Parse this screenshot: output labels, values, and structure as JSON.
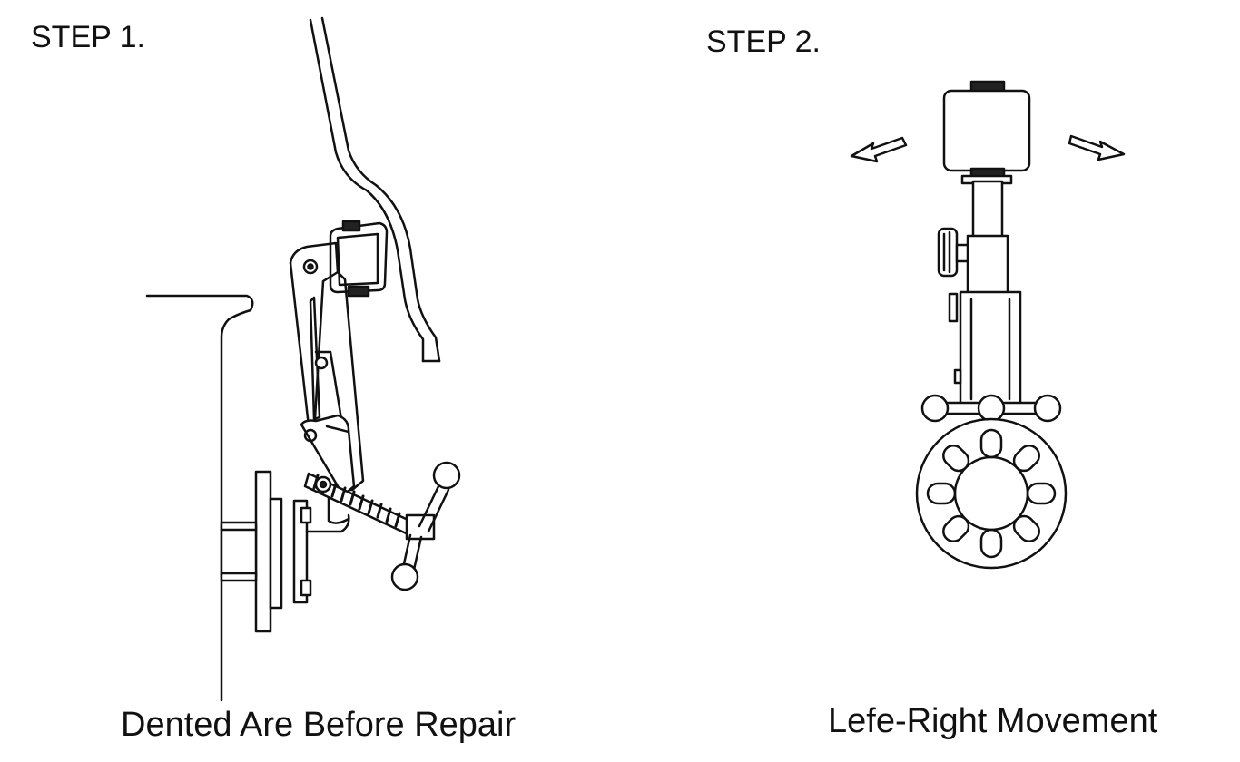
{
  "diagram": {
    "step1": {
      "label": "STEP 1.",
      "caption": "Dented Are Before Repair"
    },
    "step2": {
      "label": "STEP 2.",
      "caption": "Lefe-Right Movement"
    },
    "colors": {
      "line": "#111111",
      "background": "#ffffff",
      "fill_dark": "#222222"
    }
  }
}
